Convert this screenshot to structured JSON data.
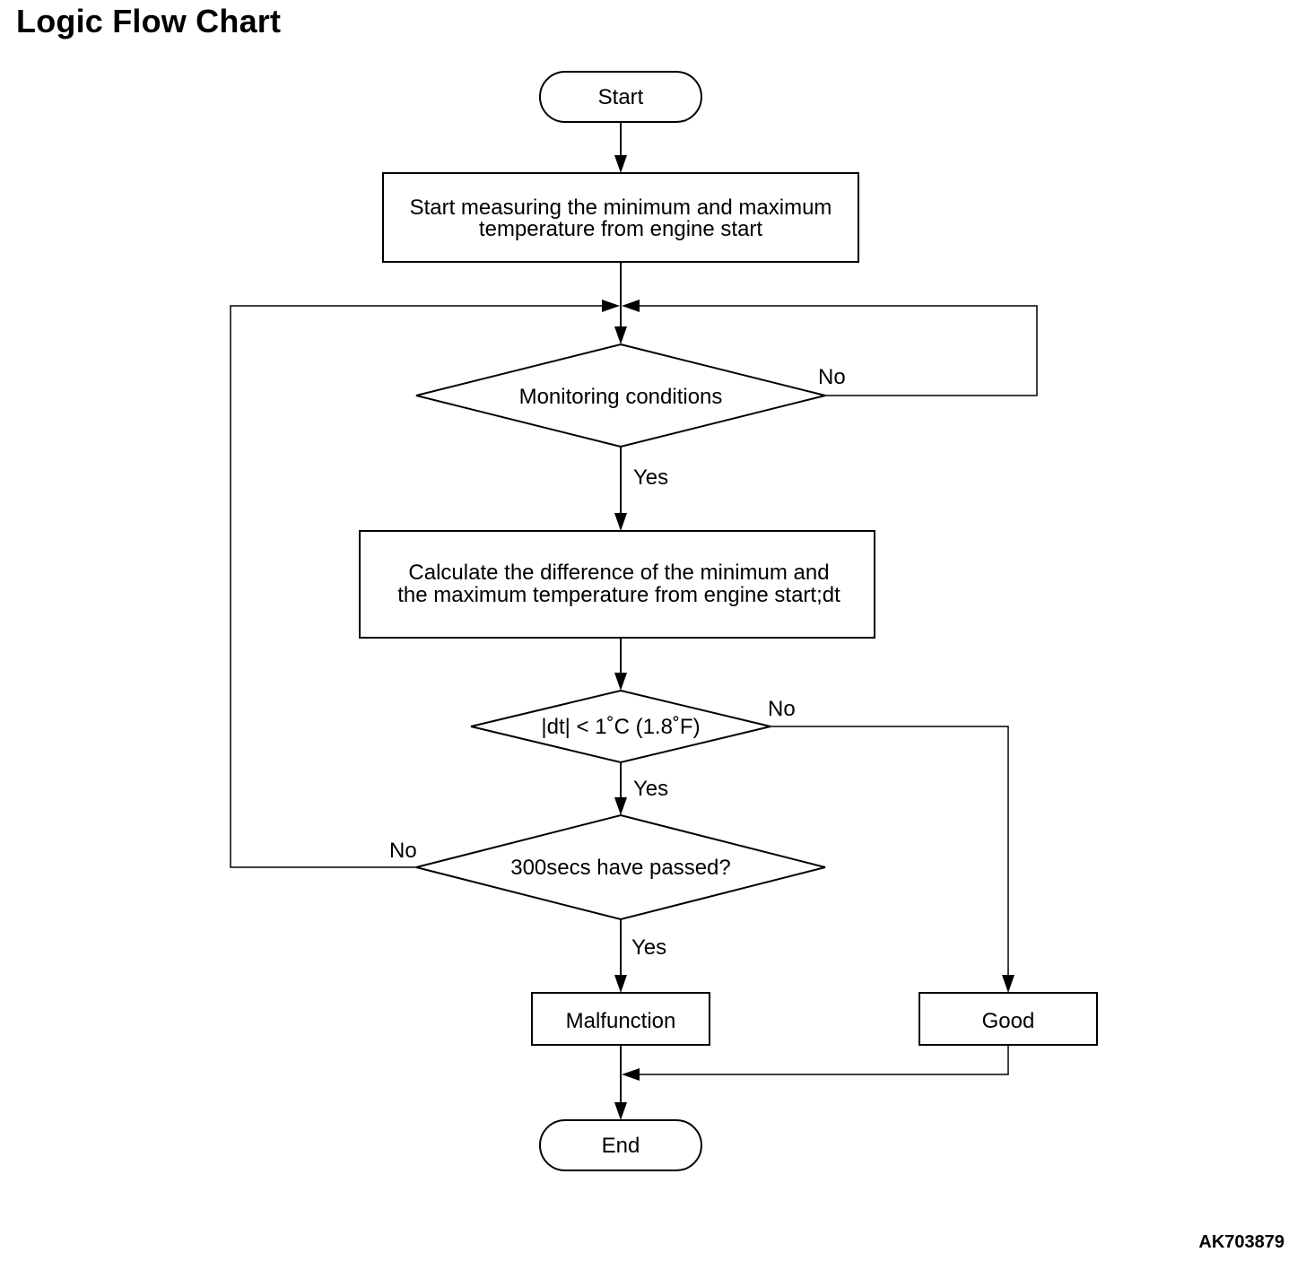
{
  "title": "Logic Flow Chart",
  "figure_code": "AK703879",
  "nodes": {
    "start": "Start",
    "measure": [
      "Start measuring the minimum and maximum",
      "temperature from engine start"
    ],
    "monitoring": "Monitoring conditions",
    "calculate": [
      "Calculate the difference of the minimum and",
      "the maximum temperature from engine start;dt"
    ],
    "dt_check": "|dt| < 1˚C (1.8˚F)",
    "passed": "300secs have passed?",
    "malfunction": "Malfunction",
    "good": "Good",
    "end": "End"
  },
  "labels": {
    "monitoring_yes": "Yes",
    "monitoring_no": "No",
    "dt_yes": "Yes",
    "dt_no": "No",
    "passed_yes": "Yes",
    "passed_no": "No"
  }
}
